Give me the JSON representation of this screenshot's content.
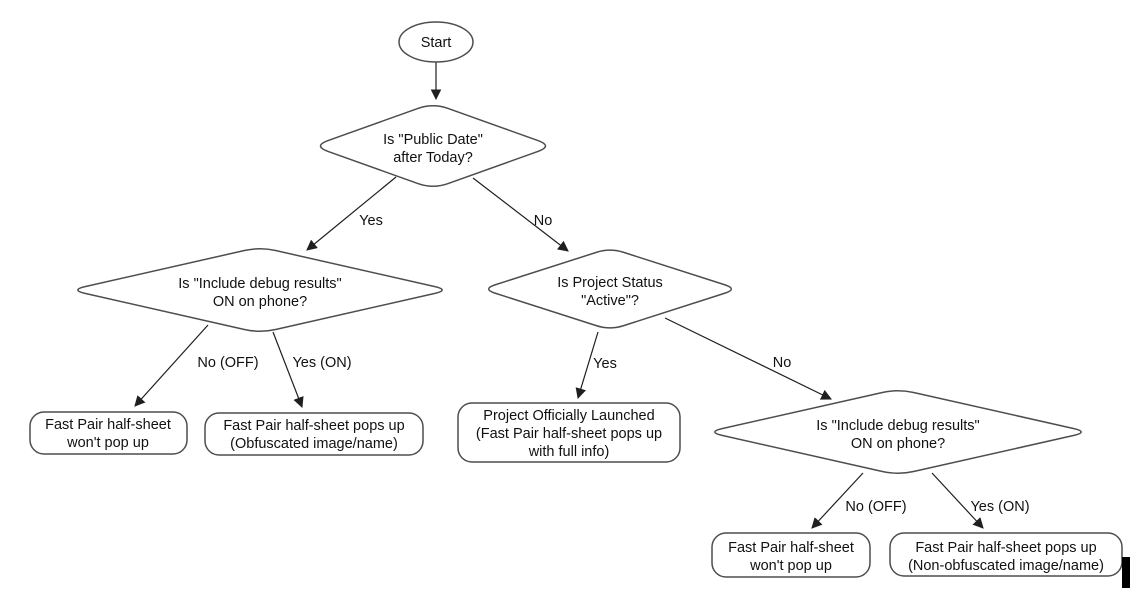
{
  "diagram": {
    "type": "flowchart",
    "background": "#ffffff",
    "colors": {
      "shape_stroke": "#4d4d4d",
      "edge_line": "#1f1f1f",
      "text": "#111111",
      "shape_fill": "#ffffff",
      "cursor_bar": "#000000"
    },
    "nodes": {
      "start": {
        "shape": "ellipse",
        "label": "Start"
      },
      "d_public_date": {
        "shape": "decision",
        "lines": [
          "Is \"Public Date\"",
          "after Today?"
        ]
      },
      "d_debug_left": {
        "shape": "decision",
        "lines": [
          "Is \"Include debug results\"",
          "ON on phone?"
        ]
      },
      "d_project_status": {
        "shape": "decision",
        "lines": [
          "Is Project Status",
          "\"Active\"?"
        ]
      },
      "d_debug_right": {
        "shape": "decision",
        "lines": [
          "Is \"Include debug results\"",
          "ON on phone?"
        ]
      },
      "r_no_popup_left": {
        "shape": "terminal",
        "lines": [
          "Fast Pair half-sheet",
          "won't pop up"
        ]
      },
      "r_obfuscated": {
        "shape": "terminal",
        "lines": [
          "Fast Pair half-sheet pops up",
          "(Obfuscated image/name)"
        ]
      },
      "r_launched": {
        "shape": "terminal",
        "lines": [
          "Project Officially Launched",
          "(Fast Pair half-sheet pops up",
          "with full info)"
        ]
      },
      "r_no_popup_right": {
        "shape": "terminal",
        "lines": [
          "Fast Pair half-sheet",
          "won't pop up"
        ]
      },
      "r_non_obfuscated": {
        "shape": "terminal",
        "lines": [
          "Fast Pair half-sheet pops up",
          "(Non-obfuscated image/name)"
        ]
      }
    },
    "edge_labels": {
      "public_date_yes": "Yes",
      "public_date_no": "No",
      "debug_left_no": "No (OFF)",
      "debug_left_yes": "Yes (ON)",
      "project_status_yes": "Yes",
      "project_status_no": "No",
      "debug_right_no": "No (OFF)",
      "debug_right_yes": "Yes (ON)"
    }
  }
}
